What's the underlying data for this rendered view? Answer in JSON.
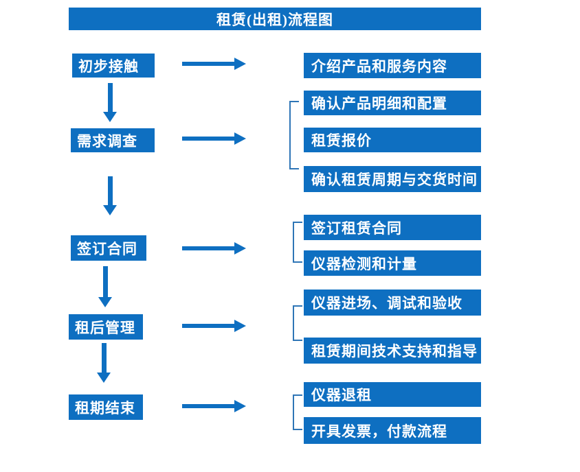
{
  "title": "租赁(出租)流程图",
  "colors": {
    "primary": "#0E6FC1",
    "bracket": "#2E75B6",
    "text": "#FFFFFF",
    "background": "#FFFFFF"
  },
  "steps": [
    {
      "label": "初步接触",
      "outputs": [
        "介绍产品和服务内容"
      ]
    },
    {
      "label": "需求调查",
      "outputs": [
        "确认产品明细和配置",
        "租赁报价",
        "确认租赁周期与交货时间"
      ]
    },
    {
      "label": "签订合同",
      "outputs": [
        "签订租赁合同",
        "仪器检测和计量"
      ]
    },
    {
      "label": "租后管理",
      "outputs": [
        "仪器进场、调试和验收",
        "租赁期间技术支持和指导"
      ]
    },
    {
      "label": "租期结束",
      "outputs": [
        "仪器退租",
        "开具发票，付款流程"
      ]
    }
  ]
}
